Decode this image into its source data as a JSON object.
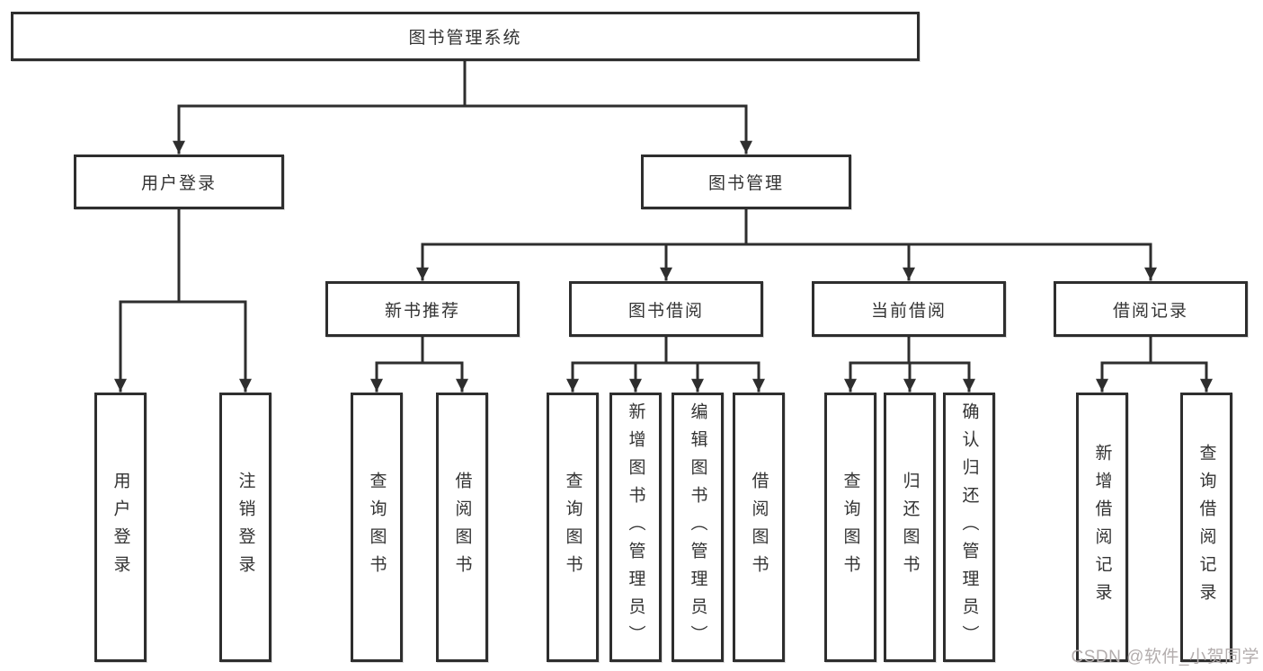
{
  "diagram": {
    "title": "图书管理系统",
    "root": {
      "label": "图书管理系统"
    },
    "branches": [
      {
        "label": "用户登录",
        "children": [
          "用户登录",
          "注销登录"
        ]
      },
      {
        "label": "图书管理",
        "children": [
          {
            "label": "新书推荐",
            "children": [
              "查询图书",
              "借阅图书"
            ]
          },
          {
            "label": "图书借阅",
            "children": [
              "查询图书",
              "新增图书（管理员）",
              "编辑图书（管理员）",
              "借阅图书"
            ]
          },
          {
            "label": "当前借阅",
            "children": [
              "查询图书",
              "归还图书",
              "确认归还（管理员）"
            ]
          },
          {
            "label": "借阅记录",
            "children": [
              "新增借阅记录",
              "查询借阅记录"
            ]
          }
        ]
      }
    ]
  },
  "watermark": "CSDN @软件_小贺同学",
  "colors": {
    "line": "#2e2e2e",
    "box_border": "#2e2e2e",
    "text": "#333333",
    "watermark": "#b3adad",
    "background": "#ffffff"
  }
}
